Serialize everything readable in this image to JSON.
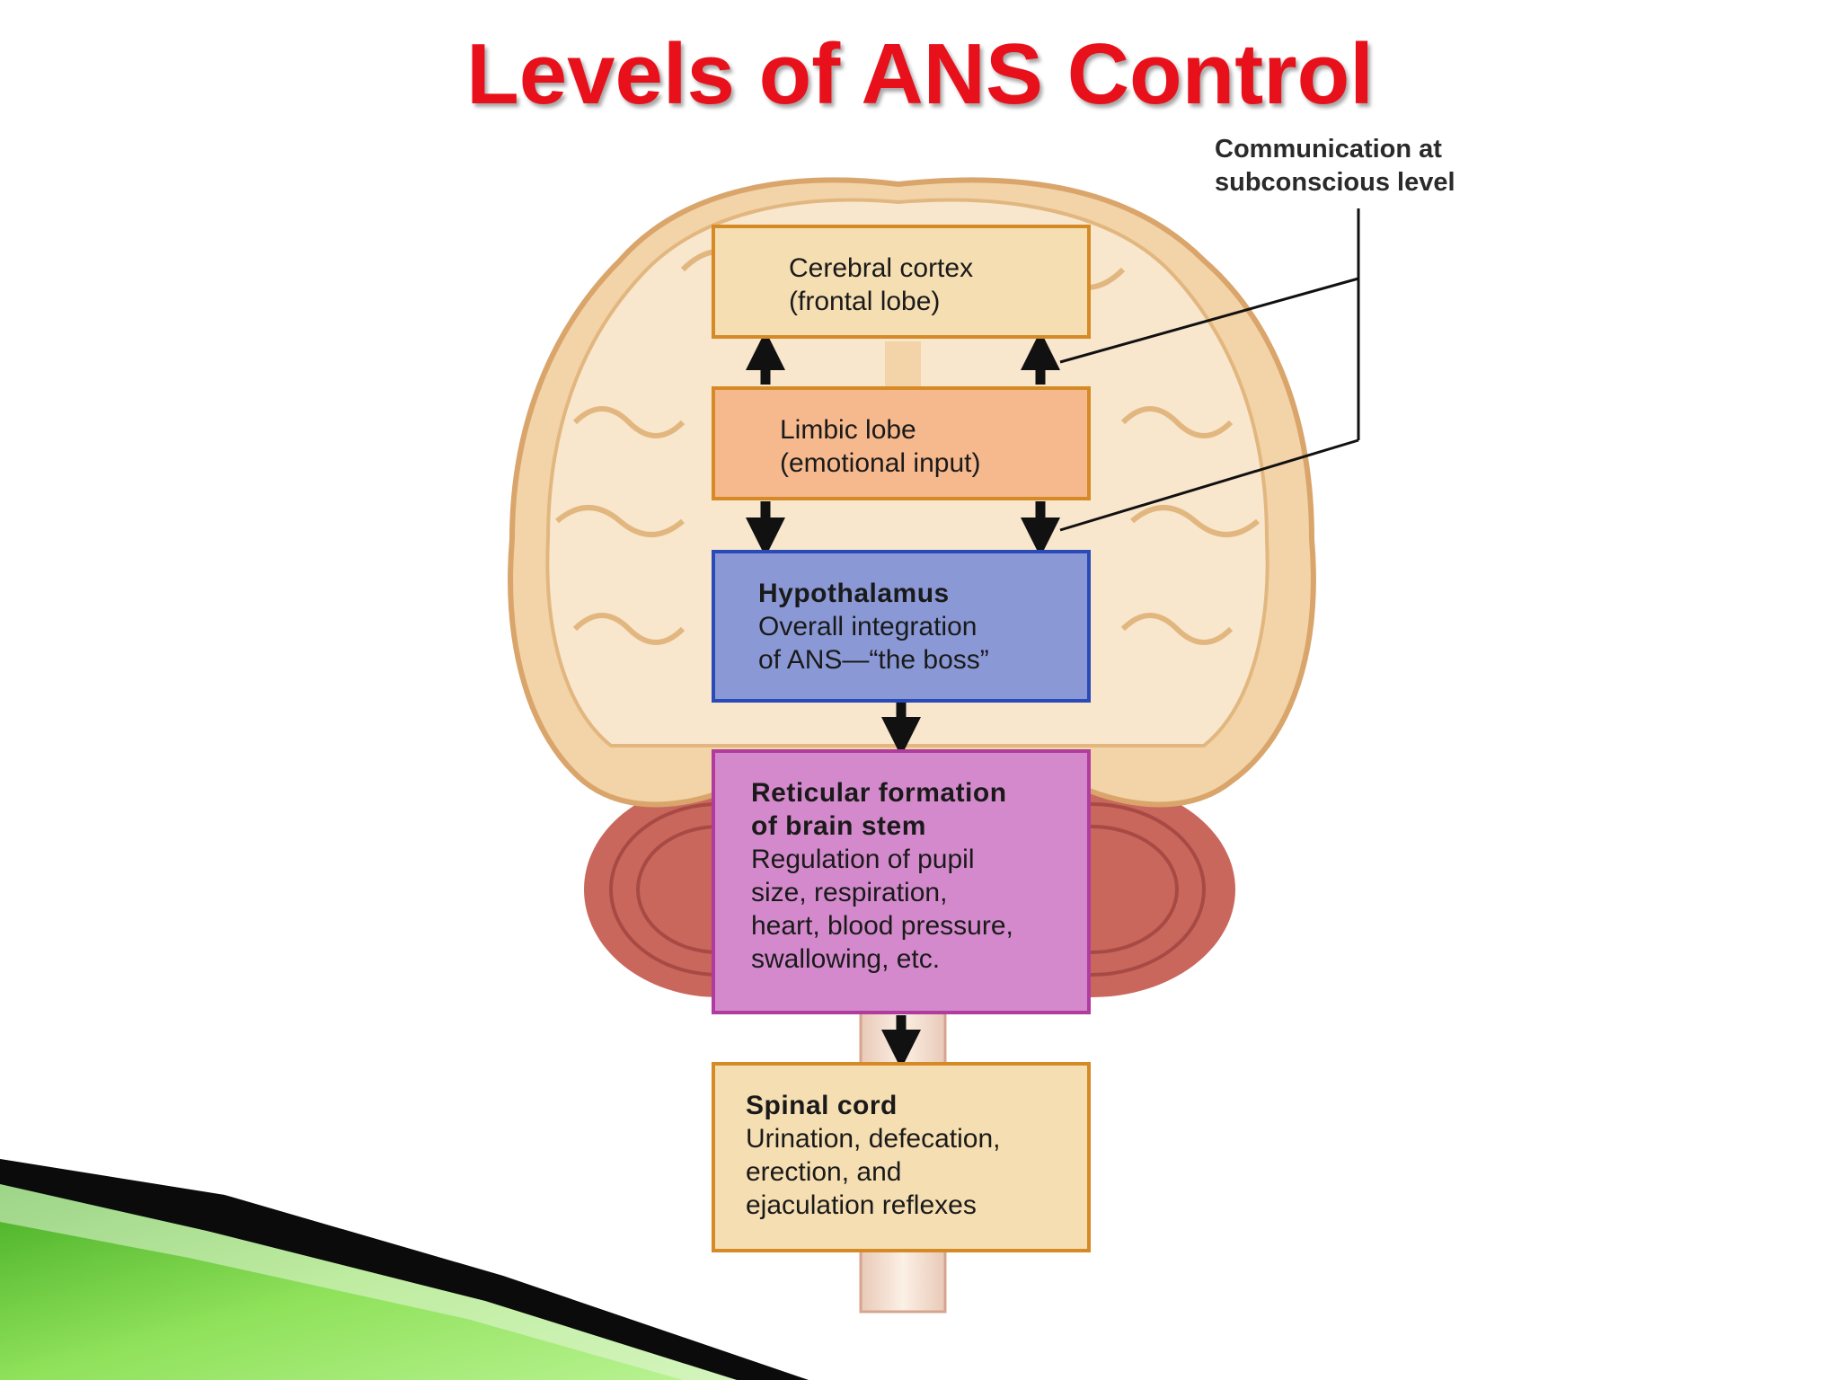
{
  "title": "Levels of ANS Control",
  "annotation": {
    "line1": "Communication at",
    "line2": "subconscious level"
  },
  "boxes": {
    "cortex": {
      "line1": "Cerebral cortex",
      "line2": "(frontal lobe)"
    },
    "limbic": {
      "line1": "Limbic lobe",
      "line2": "(emotional input)"
    },
    "hypothalamus": {
      "heading": "Hypothalamus",
      "line1": "Overall integration",
      "line2": "of ANS—“the boss”"
    },
    "reticular": {
      "heading1": "Reticular formation",
      "heading2": "of brain stem",
      "line1": "Regulation of pupil",
      "line2": "size, respiration,",
      "line3": "heart, blood pressure,",
      "line4": "swallowing, etc."
    },
    "spinal": {
      "heading": "Spinal cord",
      "line1": "Urination, defecation,",
      "line2": "erection, and",
      "line3": "ejaculation reflexes"
    }
  },
  "colors": {
    "title": "#e8101a",
    "cortex": "#f5deb1",
    "limbic": "#f6b88d",
    "hypothalamus": "#8a99d6",
    "reticular": "#d489cc",
    "spinal": "#f5deb1",
    "accent_green": "#7ed957"
  }
}
